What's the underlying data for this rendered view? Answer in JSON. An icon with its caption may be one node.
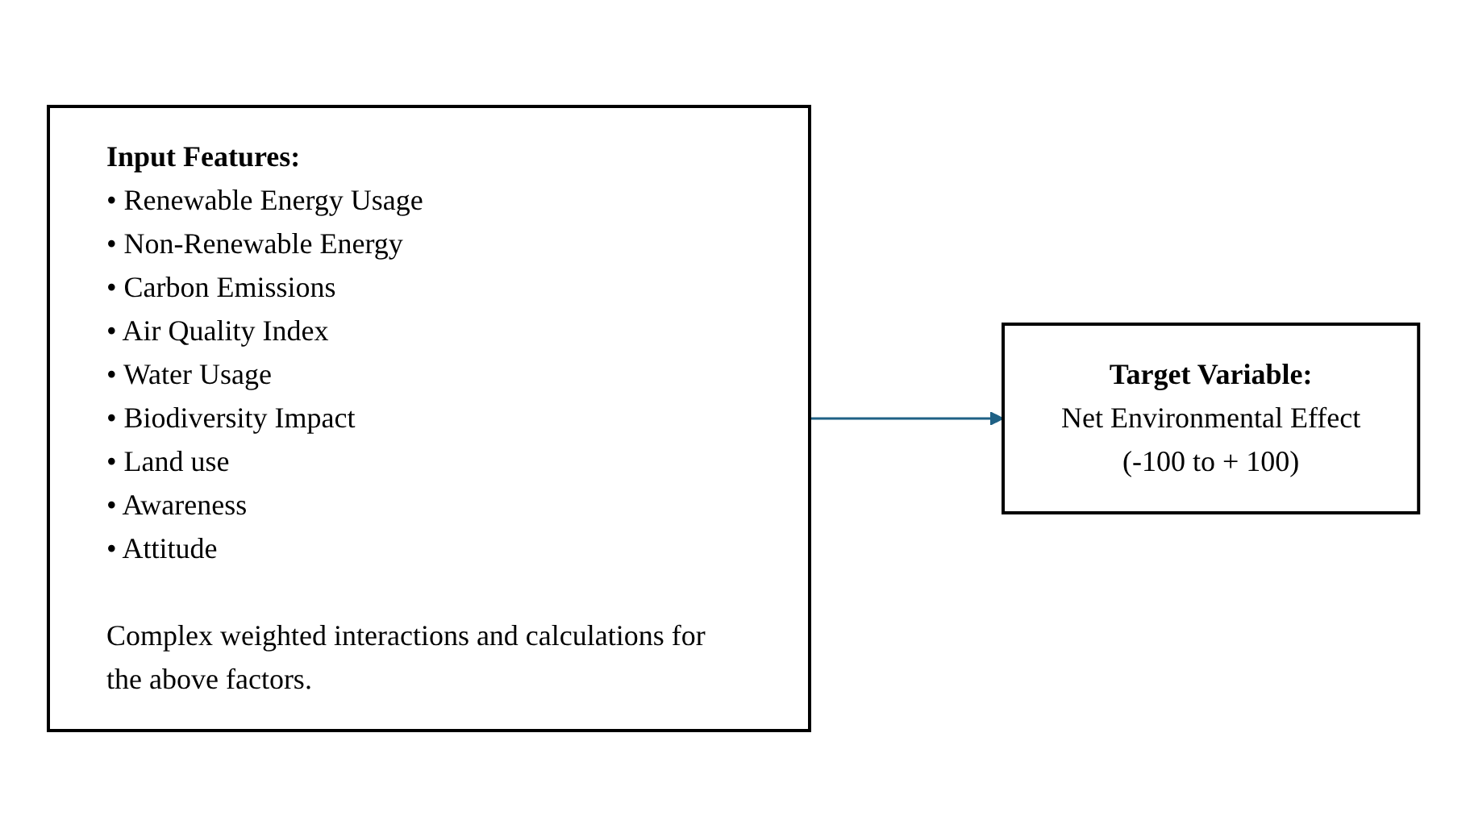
{
  "diagram": {
    "nodes": [
      {
        "text": [
          "Input Features:",
          "• Renewable Energy Usage",
          "• Non-Renewable Energy",
          "• Carbon Emissions",
          "• Air Quality Index",
          "• Water Usage",
          "• Biodiversity Impact",
          "• Land use",
          "• Awareness",
          "• Attitude",
          "Complex weighted interactions and calculations for the above factors."
        ]
      },
      {
        "text": [
          "Target Variable:",
          "Net Environmental Effect",
          "(-100 to + 100)"
        ]
      }
    ],
    "edges": [
      {
        "from": 0,
        "to": 1,
        "arrow": "to"
      }
    ]
  }
}
